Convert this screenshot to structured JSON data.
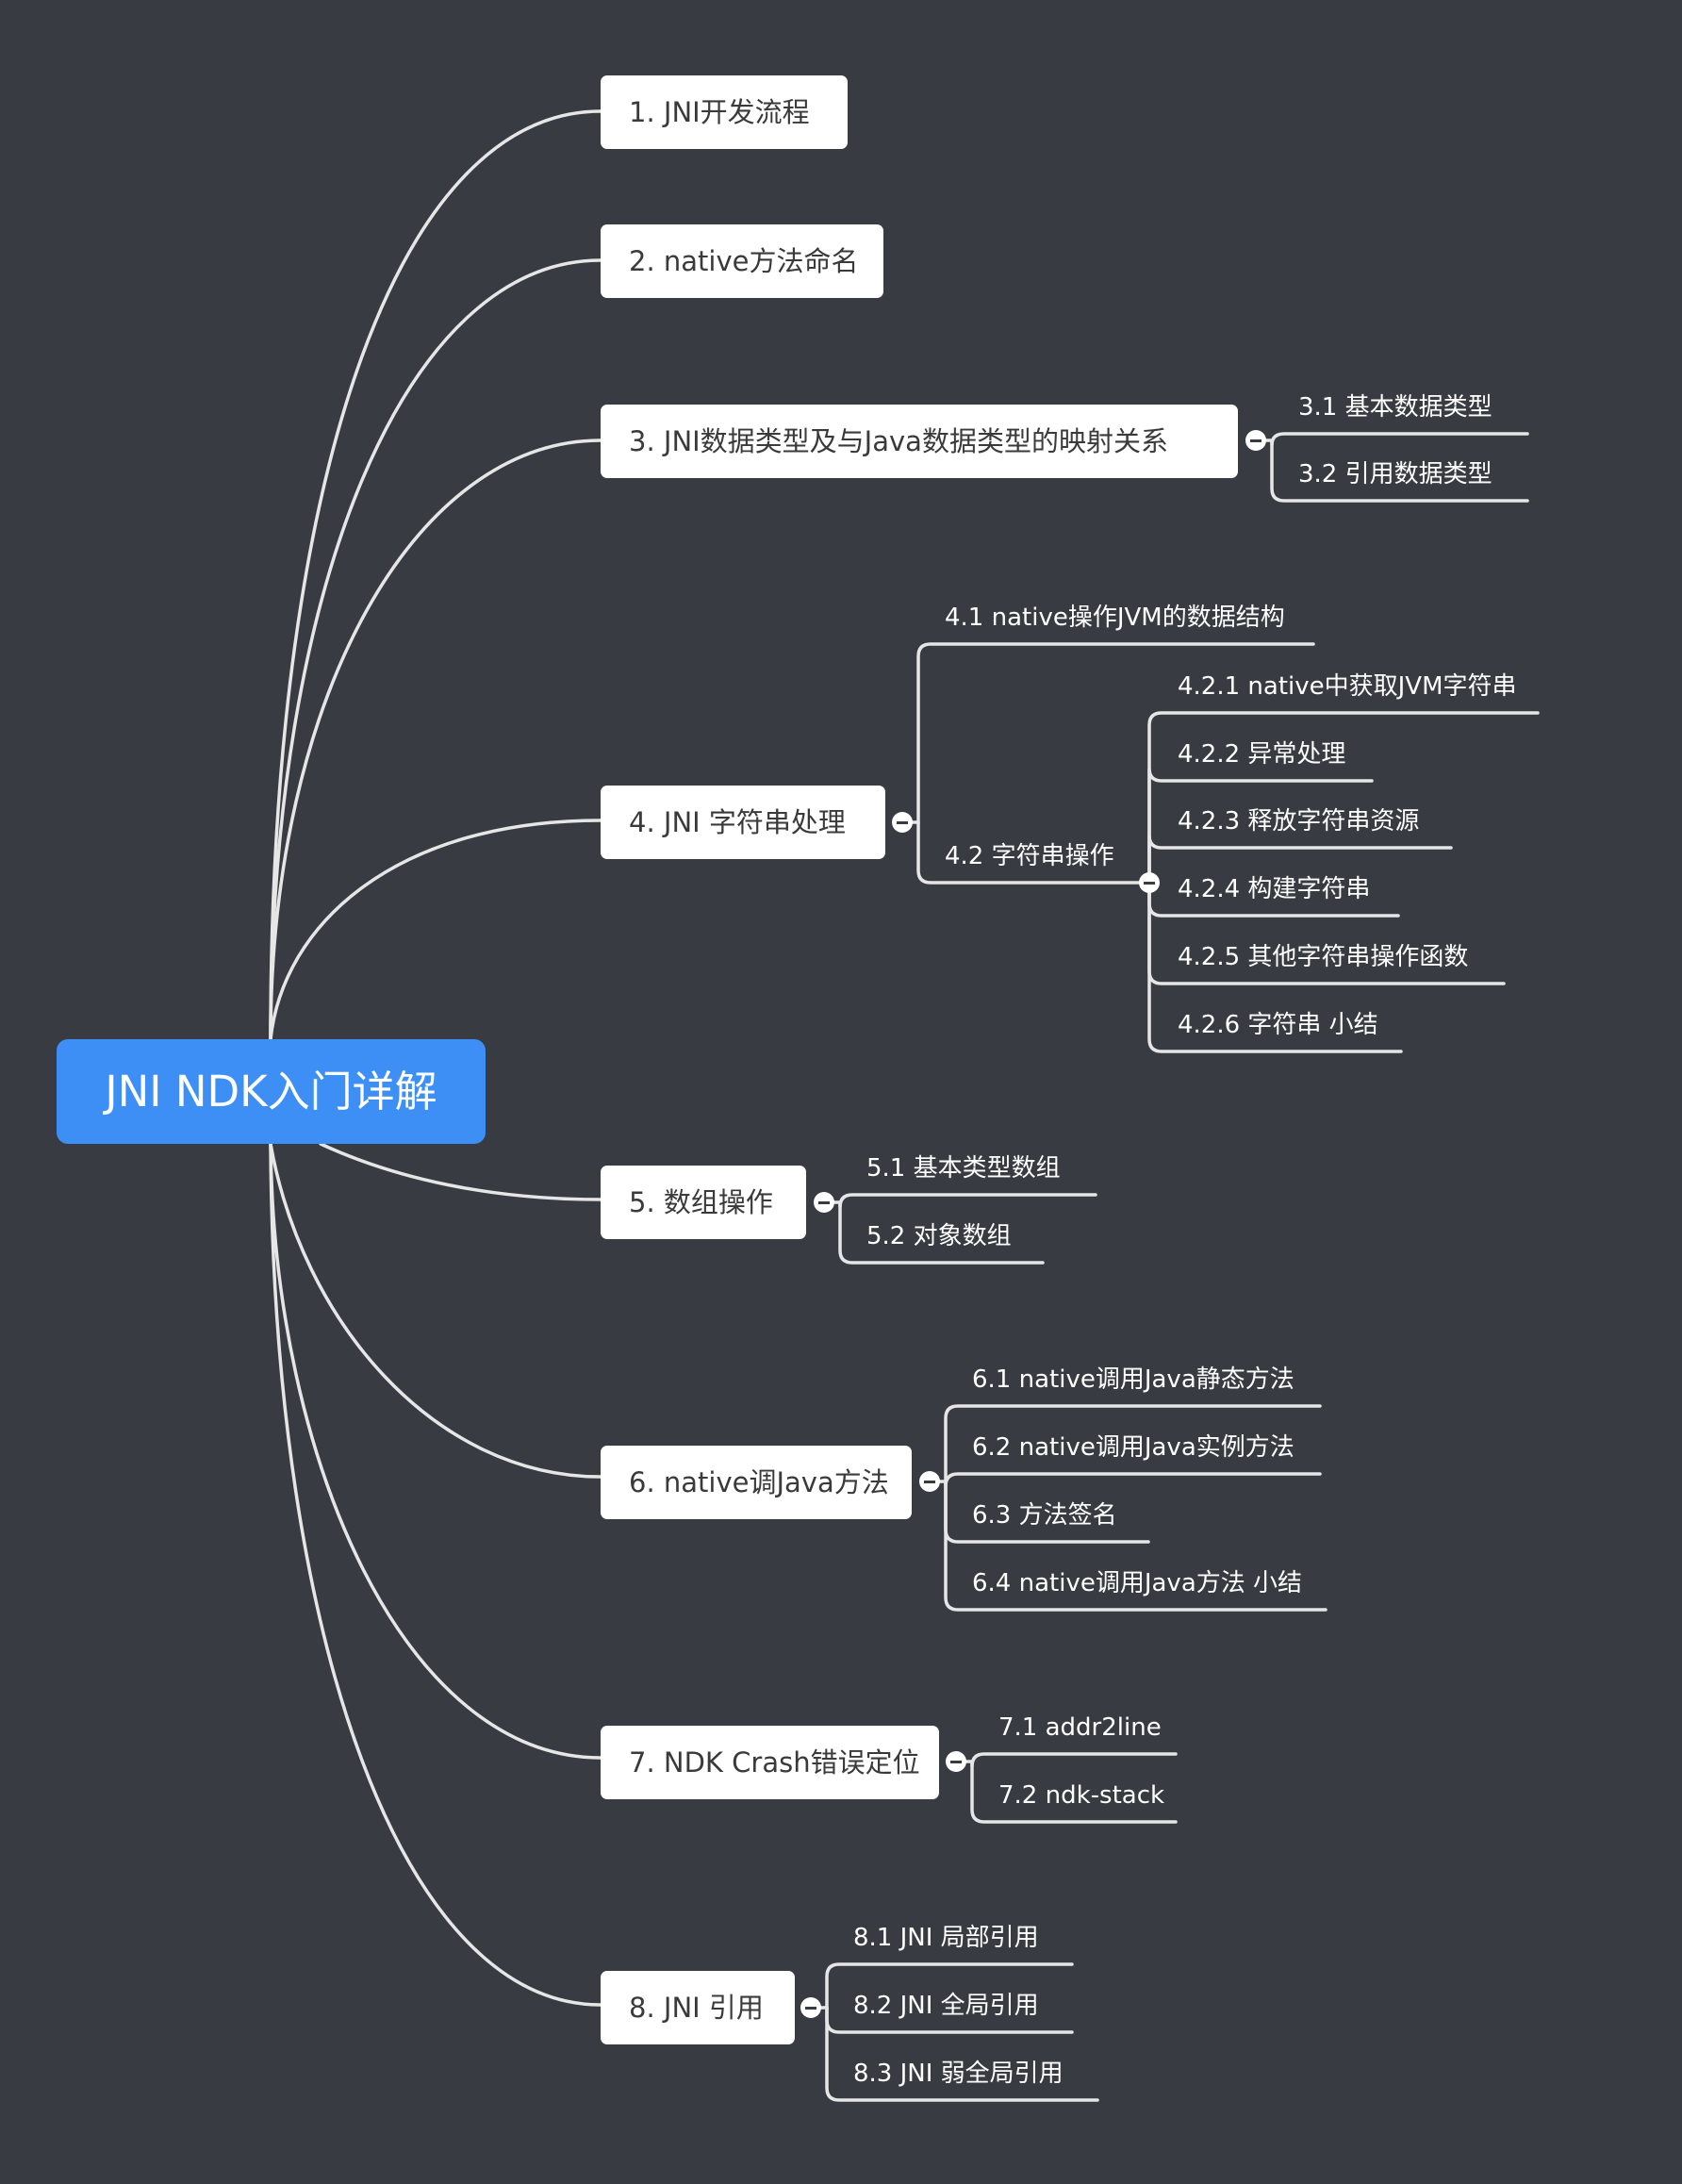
{
  "root": {
    "label": "JNI NDK入门详解"
  },
  "topics": [
    {
      "label": "1. JNI开发流程",
      "children": []
    },
    {
      "label": "2. native方法命名",
      "children": []
    },
    {
      "label": "3. JNI数据类型及与Java数据类型的映射关系",
      "children": [
        {
          "label": "3.1 基本数据类型"
        },
        {
          "label": "3.2 引用数据类型"
        }
      ]
    },
    {
      "label": "4. JNI 字符串处理",
      "children": [
        {
          "label": "4.1 native操作JVM的数据结构"
        },
        {
          "label": "4.2 字符串操作",
          "children": [
            {
              "label": "4.2.1 native中获取JVM字符串"
            },
            {
              "label": "4.2.2 异常处理"
            },
            {
              "label": "4.2.3 释放字符串资源"
            },
            {
              "label": "4.2.4 构建字符串"
            },
            {
              "label": "4.2.5 其他字符串操作函数"
            },
            {
              "label": "4.2.6 字符串 小结"
            }
          ]
        }
      ]
    },
    {
      "label": "5. 数组操作",
      "children": [
        {
          "label": "5.1 基本类型数组"
        },
        {
          "label": "5.2 对象数组"
        }
      ]
    },
    {
      "label": "6. native调Java方法",
      "children": [
        {
          "label": "6.1 native调用Java静态方法"
        },
        {
          "label": "6.2 native调用Java实例方法"
        },
        {
          "label": "6.3 方法签名"
        },
        {
          "label": "6.4 native调用Java方法 小结"
        }
      ]
    },
    {
      "label": "7. NDK Crash错误定位",
      "children": [
        {
          "label": "7.1 addr2line"
        },
        {
          "label": "7.2 ndk-stack"
        }
      ]
    },
    {
      "label": "8. JNI 引用",
      "children": [
        {
          "label": "8.1 JNI 局部引用"
        },
        {
          "label": "8.2 JNI 全局引用"
        },
        {
          "label": "8.3 JNI 弱全局引用"
        }
      ]
    }
  ]
}
